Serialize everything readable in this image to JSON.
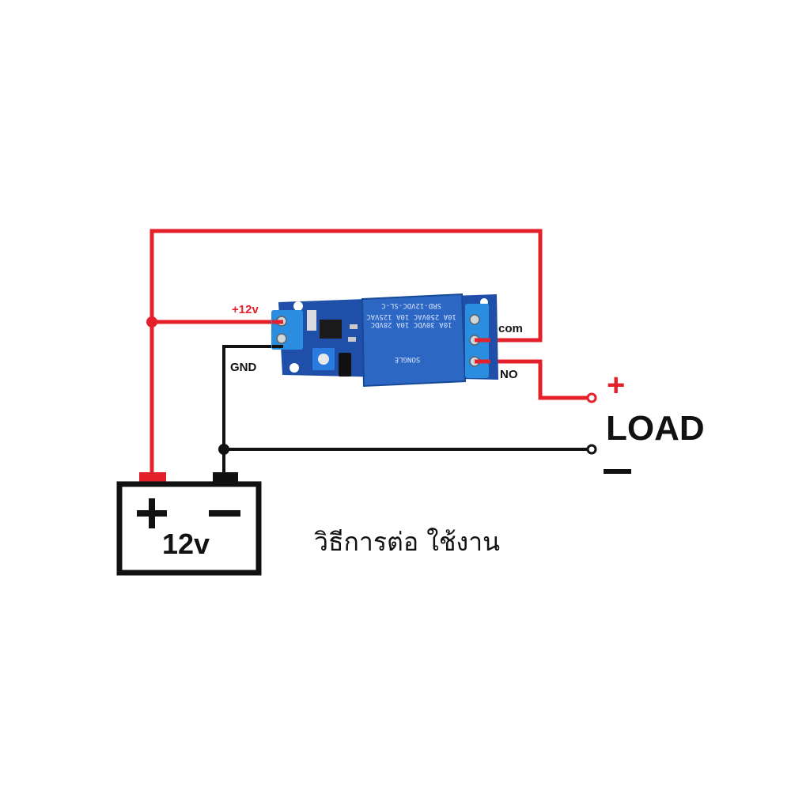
{
  "diagram": {
    "colors": {
      "wire_positive": "#e4202a",
      "wire_negative": "#111111",
      "pcb": "#1f4fa8",
      "relay_body": "#2c67c4",
      "terminal_block": "#2a8de0"
    },
    "labels": {
      "plus_12v": "+12v",
      "gnd": "GND",
      "com": "com",
      "no": "NO",
      "load_plus": "+",
      "load": "LOAD",
      "load_minus": "—"
    },
    "battery": {
      "plus": "+",
      "minus": "—",
      "voltage": "12v"
    },
    "relay_print": {
      "model": "SRD-12VDC-SL-C",
      "rating_1": "10A 250VAC 10A 125VAC",
      "rating_2": "10A 30VDC 10A 28VDC",
      "brand": "SONGLE"
    },
    "caption": "วิธีการต่อ ใช้งาน"
  }
}
